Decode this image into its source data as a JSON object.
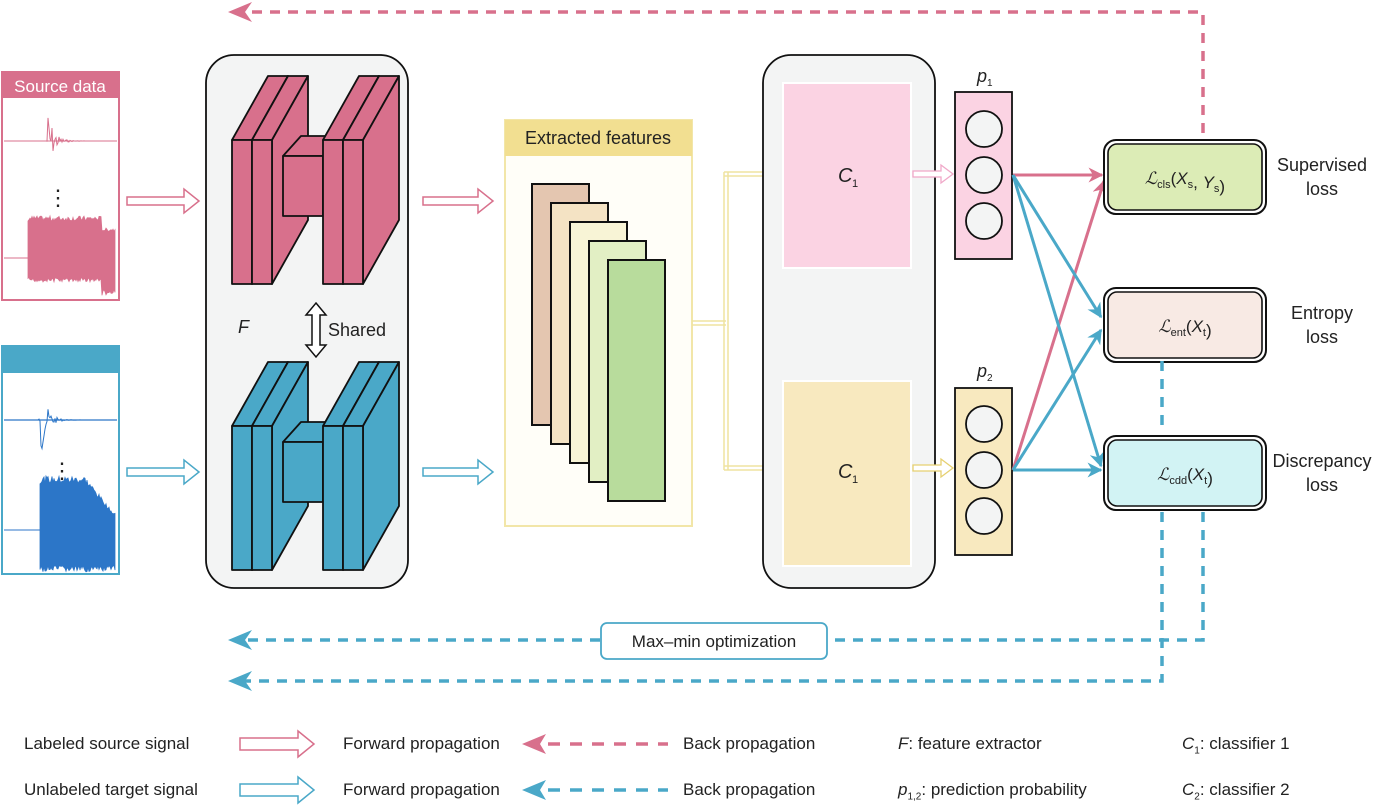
{
  "colors": {
    "source": "#d8708c",
    "target": "#4aa8c8",
    "feature_yellow": "#f2e6a8",
    "panel_bg": "#f3f4f4",
    "c1_fill": "#fbd3e3",
    "c2_fill": "#f8e9bf",
    "loss_cls": "#dcecb6",
    "loss_ent": "#f8eae4",
    "loss_cdd": "#d2f3f4",
    "header_yellow": "#f2df91"
  },
  "source_panel": {
    "title": "Source data",
    "dots": "⋮"
  },
  "target_panel": {
    "title": "",
    "dots": "⋮"
  },
  "feature_extractor": {
    "label": "F",
    "shared_label": "Shared"
  },
  "features": {
    "title": "Extracted features",
    "layer_colors": [
      "#e4c6b0",
      "#f4e3c4",
      "#f8f4d6",
      "#e2efc4",
      "#b8dc9c"
    ]
  },
  "classifiers": {
    "top": {
      "label": "C",
      "sub": "1"
    },
    "bottom": {
      "label": "C",
      "sub": "1"
    }
  },
  "probabilities": {
    "p1": {
      "label": "p",
      "sub": "1"
    },
    "p2": {
      "label": "p",
      "sub": "2"
    }
  },
  "losses": [
    {
      "id": "cls",
      "formula_prefix": "ℒ",
      "formula_sub": "cls",
      "formula_args": "(Xs, Ys)",
      "arg_parts": [
        "X",
        "s",
        ", ",
        "Y",
        "s"
      ],
      "name_line1": "Supervised",
      "name_line2": "loss"
    },
    {
      "id": "ent",
      "formula_prefix": "ℒ",
      "formula_sub": "ent",
      "arg_parts": [
        "X",
        "t"
      ],
      "name_line1": "Entropy",
      "name_line2": "loss"
    },
    {
      "id": "cdd",
      "formula_prefix": "ℒ",
      "formula_sub": "cdd",
      "arg_parts": [
        "X",
        "t"
      ],
      "name_line1": "Discrepancy",
      "name_line2": "loss"
    }
  ],
  "optimization_label": "Max–min optimization",
  "legend": {
    "row1": {
      "signal": "Labeled source signal",
      "forward": "Forward propagation",
      "back": "Back propagation",
      "def_var": "F",
      "def_text": ": feature extractor",
      "cls_var": "C",
      "cls_sub": "1",
      "cls_text": ": classifier 1"
    },
    "row2": {
      "signal": "Unlabeled target signal",
      "forward": "Forward propagation",
      "back": "Back propagation",
      "def_var": "p",
      "def_sub": "1,2",
      "def_text": ": prediction probability",
      "cls_var": "C",
      "cls_sub": "2",
      "cls_text": ": classifier 2"
    }
  }
}
